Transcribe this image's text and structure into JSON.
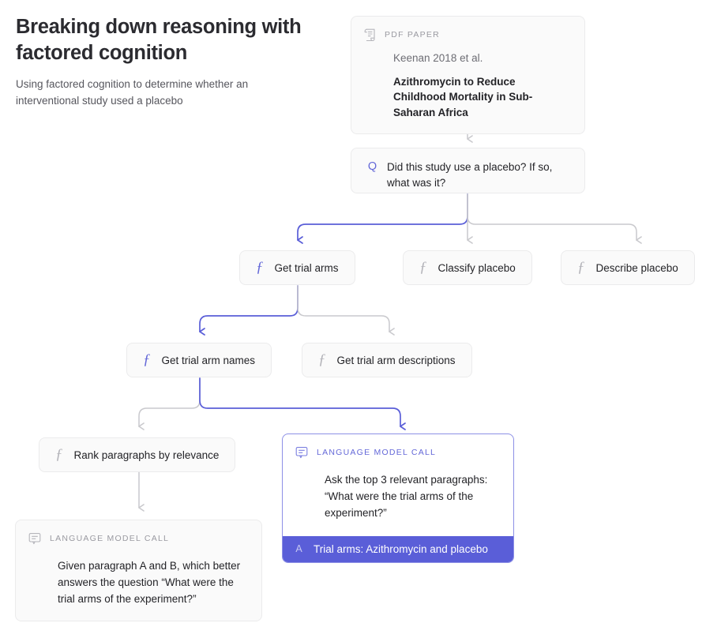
{
  "page": {
    "title": "Breaking down reasoning with factored cognition",
    "subtitle": "Using factored cognition to determine whether an interventional study used a placebo",
    "background_color": "#ffffff",
    "accent_color": "#5a5ed8",
    "muted_color": "#b2b2b8"
  },
  "paper_card": {
    "icon": "document-scroll-icon",
    "kicker": "PDF PAPER",
    "authors": "Keenan 2018 et al.",
    "title": "Azithromycin to Reduce Childhood Mortality in Sub-Saharan Africa"
  },
  "question_card": {
    "marker": "Q",
    "text": "Did this study use a placebo? If so, what was it?"
  },
  "function_nodes_level_1": [
    {
      "glyph": "ƒ",
      "label": "Get trial arms",
      "active": true
    },
    {
      "glyph": "ƒ",
      "label": "Classify placebo",
      "active": false
    },
    {
      "glyph": "ƒ",
      "label": "Describe placebo",
      "active": false
    }
  ],
  "function_nodes_level_2": [
    {
      "glyph": "ƒ",
      "label": "Get trial arm names",
      "active": true
    },
    {
      "glyph": "ƒ",
      "label": "Get trial arm descriptions",
      "active": false
    }
  ],
  "function_nodes_level_3": [
    {
      "glyph": "ƒ",
      "label": "Rank paragraphs by relevance",
      "active": false
    }
  ],
  "lm_call_left": {
    "icon": "chat-bubble-icon",
    "kicker": "LANGUAGE MODEL CALL",
    "prompt": "Given paragraph A and B, which better answers the question “What were the trial arms of the experiment?”"
  },
  "lm_call_right": {
    "icon": "chat-bubble-icon",
    "kicker": "LANGUAGE MODEL CALL",
    "prompt": "Ask the top 3 relevant paragraphs: “What were the trial arms of the experiment?”",
    "answer_marker": "A",
    "answer_text": "Trial arms: Azithromycin and placebo",
    "highlighted": true
  }
}
